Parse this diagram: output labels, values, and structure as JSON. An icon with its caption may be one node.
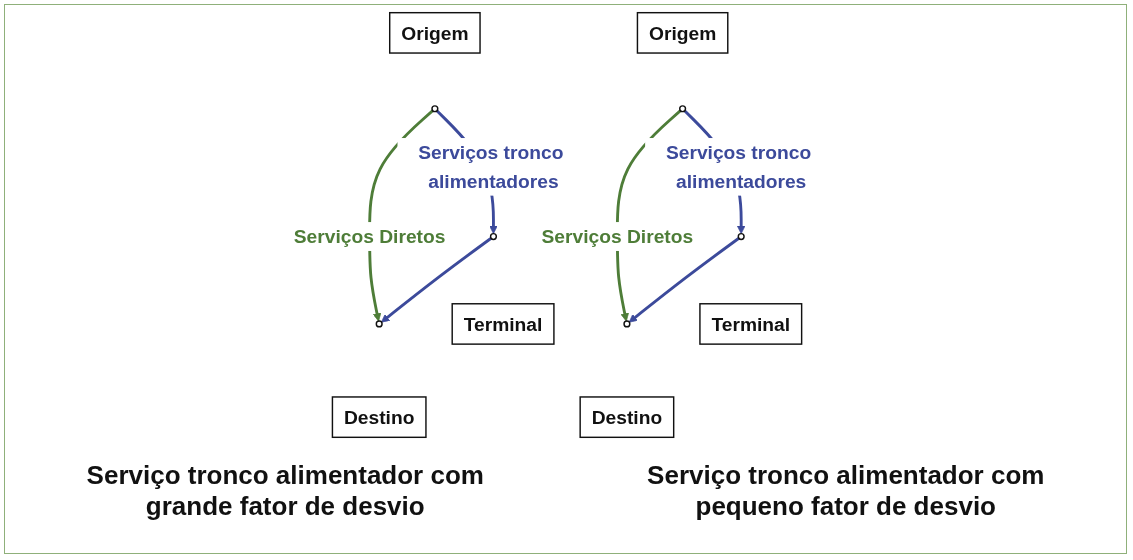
{
  "diagram": {
    "nodes": [
      {
        "text": [
          "Origem"
        ]
      },
      {
        "text": [],
        "shape": "circle"
      },
      {
        "text": [],
        "shape": "circle"
      },
      {
        "text": [],
        "shape": "circle"
      },
      {
        "text": [
          "Terminal"
        ]
      },
      {
        "text": [
          "Destino"
        ]
      },
      {
        "text": [
          "Origem"
        ]
      },
      {
        "text": [],
        "shape": "circle"
      },
      {
        "text": [],
        "shape": "circle"
      },
      {
        "text": [],
        "shape": "circle"
      },
      {
        "text": [
          "Terminal"
        ]
      },
      {
        "text": [
          "Destino"
        ]
      }
    ],
    "edges": [
      {
        "from": 1,
        "to": 2,
        "arrow": "to",
        "label": "Serviços tronco alimentadores"
      },
      {
        "from": 2,
        "to": 3,
        "arrow": "to"
      },
      {
        "from": 1,
        "to": 3,
        "arrow": "to",
        "label": "Serviços Diretos",
        "color": "#4e7d38"
      },
      {
        "from": 7,
        "to": 8,
        "arrow": "to",
        "label": "Serviços tronco alimentadores"
      },
      {
        "from": 8,
        "to": 9,
        "arrow": "to"
      },
      {
        "from": 7,
        "to": 9,
        "arrow": "to",
        "label": "Serviços Diretos",
        "color": "#4e7d38"
      }
    ],
    "labels": [
      "Serviço tronco alimentador com grande fator de desvio",
      "Serviço tronco alimentador com pequeno fator de desvio"
    ]
  }
}
